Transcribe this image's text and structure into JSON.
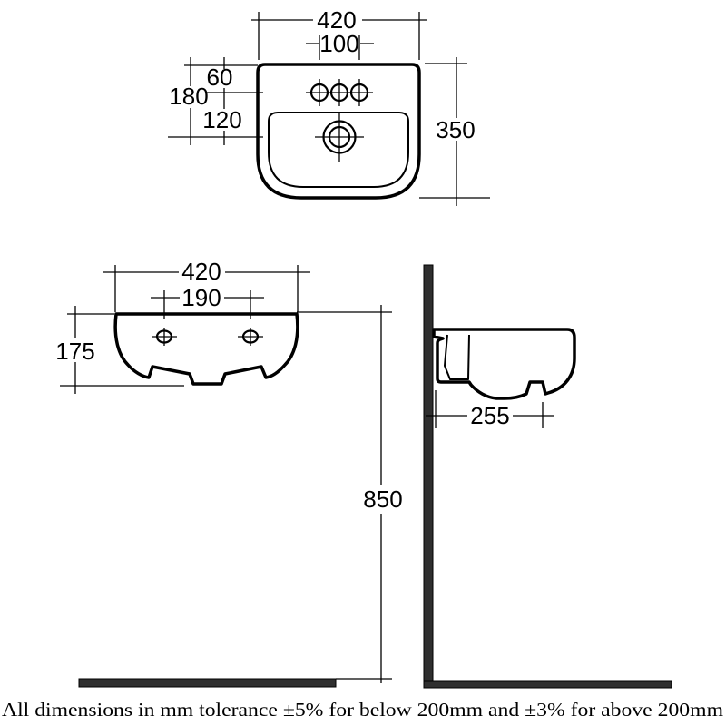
{
  "views": {
    "plan": {
      "dim_overall_width": "420",
      "dim_taphole_centres": "100",
      "dim_rim_to_tapholes": "60",
      "dim_rim_to_waste": "180",
      "dim_tapholes_to_waste": "120",
      "dim_overall_depth": "350"
    },
    "front": {
      "dim_overall_width": "420",
      "dim_fixing_centres": "190",
      "dim_height": "175"
    },
    "side": {
      "dim_projection": "255",
      "dim_floor_to_rim": "850"
    }
  },
  "footer_note": "All dimensions in mm tolerance ±5% for below 200mm and ±3% for above 200mm",
  "colors": {
    "line": "#000000",
    "solid_fill": "#2f2f2f",
    "background": "#ffffff"
  }
}
